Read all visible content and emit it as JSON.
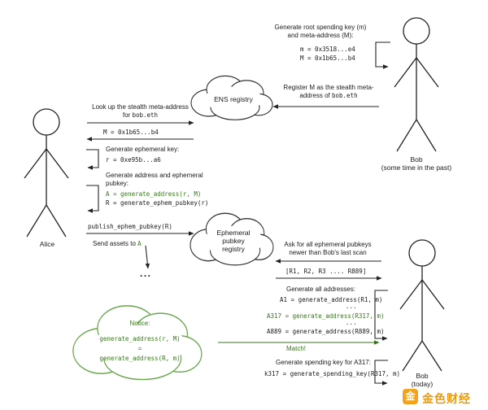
{
  "colors": {
    "green_text": "#38761d",
    "notice_cloud_stroke": "#6aa84f",
    "line": "#222222",
    "watermark_orange": "#f2a21c"
  },
  "top_right": {
    "generate_root_title": "Generate root spending key (m)\nand meta-address (M):",
    "generate_root_code": "m = 0x3518...e4\nM = 0x1b65...b4",
    "register_line1": "Register M as the stealth meta-",
    "register_line2_text": "address of ",
    "register_line2_code": "bob.eth",
    "bob_label": "Bob\n(some time in the past)"
  },
  "ens_cloud": {
    "label": "ENS registry"
  },
  "alice": {
    "label": "Alice",
    "lookup_line1": "Look up the stealth meta-address",
    "lookup_line2_text": "for ",
    "lookup_line2_code": "bob.eth",
    "meta_address_code": "M = 0x1b65...b4",
    "ephemeral_title": "Generate ephemeral key:",
    "ephemeral_code": "r = 0xe95b...a6",
    "address_title": "Generate address and ephemeral\npubkey:",
    "address_code_green": "A = generate_address(r, M)",
    "pubkey_code": "R = generate_ephem_pubkey(r)",
    "publish_code": "publish_ephem_pubkey(R)",
    "send_text": "Send assets to ",
    "send_code_green": "A",
    "dots": "..."
  },
  "ephemeral_cloud": {
    "label": "Ephemeral\npubkey\nregistry"
  },
  "bottom_right": {
    "ask_text": "Ask for all ephemeral pubkeys\nnewer than Bob's last scan",
    "pubkey_list_code": "[R1, R2, R3 .... R889]",
    "generate_all_title": "Generate all addresses:",
    "a1_code": "A1 = generate_address(R1, m)",
    "dots1": "...",
    "a317_code": "A317 = generate_address(R317, m)",
    "dots2": "...",
    "a889_code": "A889 = generate_address(R889, m)",
    "match_label": "Match!",
    "spend_title": "Generate spending key for A317:",
    "spend_code": "k317 = generate_spending_key(R317, m)",
    "bob_label": "Bob\n(today)"
  },
  "notice_cloud": {
    "title": "Notice:",
    "line1": "generate_address(r, M)",
    "equals": "=",
    "line2": "generate_address(R, m)"
  },
  "watermark": {
    "logo_char": "金",
    "text": "金色财经"
  }
}
